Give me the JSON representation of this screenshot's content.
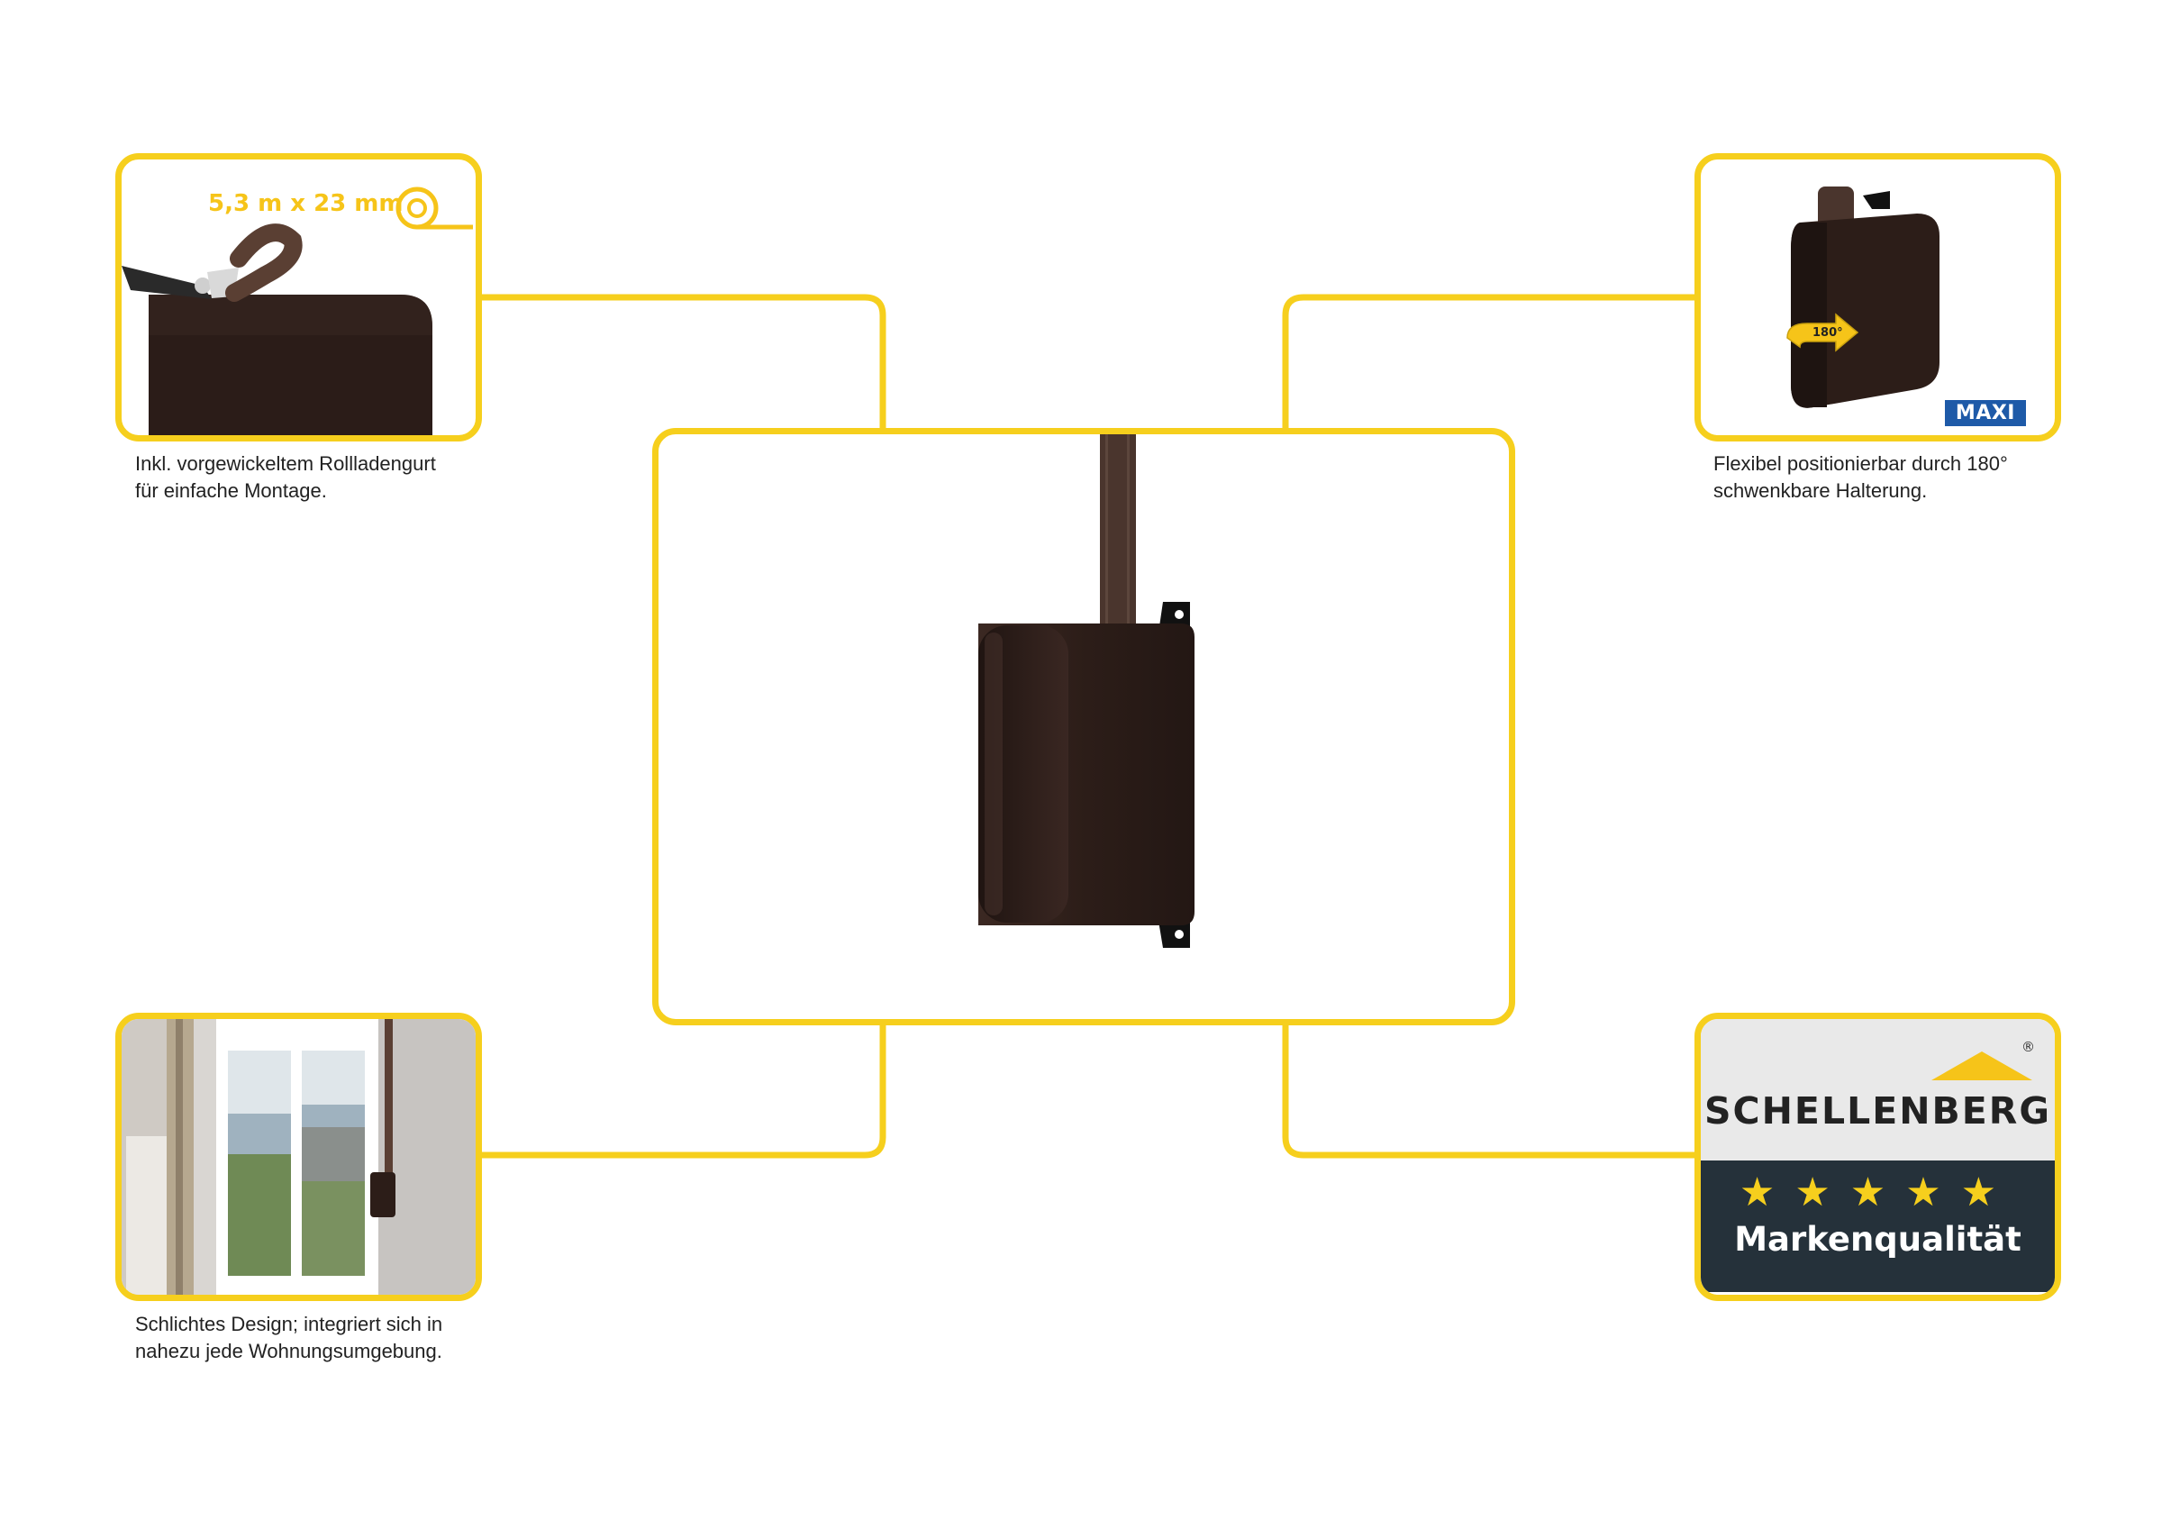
{
  "features": {
    "top_left": {
      "dimension": "5,3 m x 23 mm",
      "caption": "Inkl. vorgewickeltem Rollladengurt\nfür einfache Montage."
    },
    "top_right": {
      "badge": "MAXI",
      "rotation_label": "180°",
      "caption": "Flexibel positionierbar durch 180°\nschwenkbare Halterung."
    },
    "bottom_left": {
      "caption": "Schlichtes Design; integriert sich in\nnahezu jede Wohnungsumgebung."
    },
    "bottom_right": {
      "brand": "SCHELLENBERG",
      "registered": "®",
      "stars": "★★★★★",
      "quality": "Markenqualität"
    }
  },
  "colors": {
    "accent": "#f6cf1d",
    "product_brown": "#2e1e19",
    "logo_dark": "#25313a",
    "badge_blue": "#1e5aa8"
  },
  "icons": [
    "tape-roll-icon",
    "rotate-arrow-icon",
    "star-icon",
    "house-roof-icon"
  ]
}
